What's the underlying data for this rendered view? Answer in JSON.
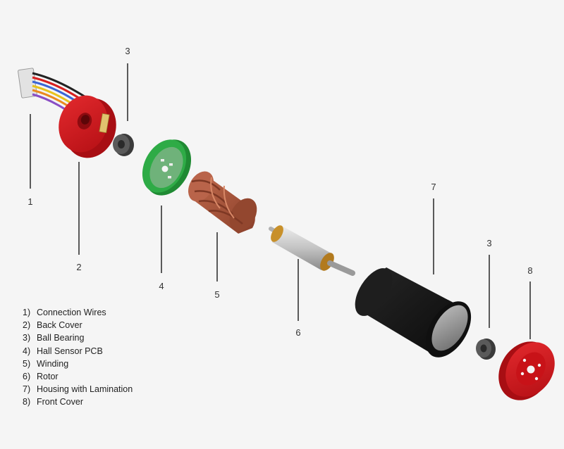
{
  "callouts": [
    {
      "id": "1",
      "label": "1"
    },
    {
      "id": "2",
      "label": "2"
    },
    {
      "id": "3a",
      "label": "3"
    },
    {
      "id": "4",
      "label": "4"
    },
    {
      "id": "5",
      "label": "5"
    },
    {
      "id": "6",
      "label": "6"
    },
    {
      "id": "7",
      "label": "7"
    },
    {
      "id": "3b",
      "label": "3"
    },
    {
      "id": "8",
      "label": "8"
    }
  ],
  "legend": [
    {
      "num": "1)",
      "text": "Connection Wires"
    },
    {
      "num": "2)",
      "text": "Back Cover"
    },
    {
      "num": "3)",
      "text": "Ball Bearing"
    },
    {
      "num": "4)",
      "text": "Hall Sensor PCB"
    },
    {
      "num": "5)",
      "text": "Winding"
    },
    {
      "num": "6)",
      "text": "Rotor"
    },
    {
      "num": "7)",
      "text": "Housing with Lamination"
    },
    {
      "num": "8)",
      "text": "Front Cover"
    }
  ],
  "colors": {
    "background": "#f5f5f5",
    "cover_red": "#d8161c",
    "pcb_green": "#2eab46",
    "winding_copper": "#a7543a",
    "housing_black": "#161616",
    "bearing_gray": "#4a4a4a",
    "shaft_silver": "#c8c8c8",
    "brass": "#c8902a"
  }
}
